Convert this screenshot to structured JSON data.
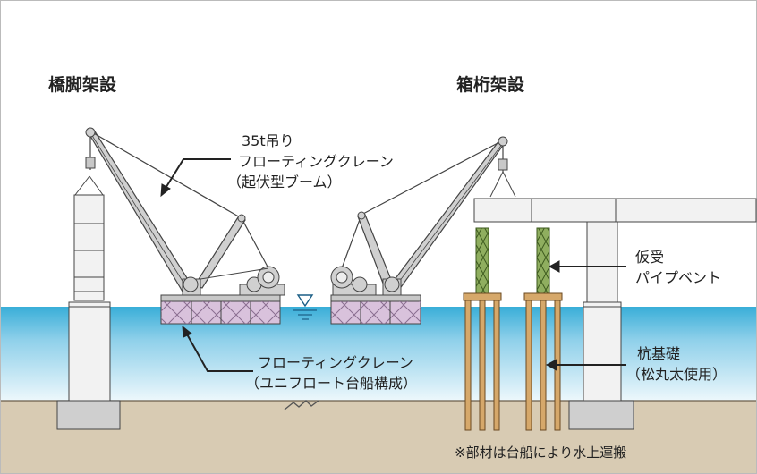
{
  "titles": {
    "left": "橋脚架設",
    "right": "箱桁架設"
  },
  "labels": {
    "crane_line1": "35t吊り",
    "crane_line2": "フローティングクレーン",
    "crane_line3": "（起伏型ブーム）",
    "barge_line1": "フローティングクレーン",
    "barge_line2": "（ユニフロート台船構成）",
    "bent_line1": "仮受",
    "bent_line2": "パイプベント",
    "pile_line1": "杭基礎",
    "pile_line2": "（松丸太使用）"
  },
  "footnote": "※部材は台船により水上運搬",
  "colors": {
    "water_top": "#39aed8",
    "water_bottom": "#e8f6fc",
    "ground": "#d8cbb3",
    "barge": "#d9c2dc",
    "bent": "#8fae5f",
    "pile": "#d6a86a",
    "concrete": "#f2f2f2",
    "steel": "#c8c8c8"
  }
}
